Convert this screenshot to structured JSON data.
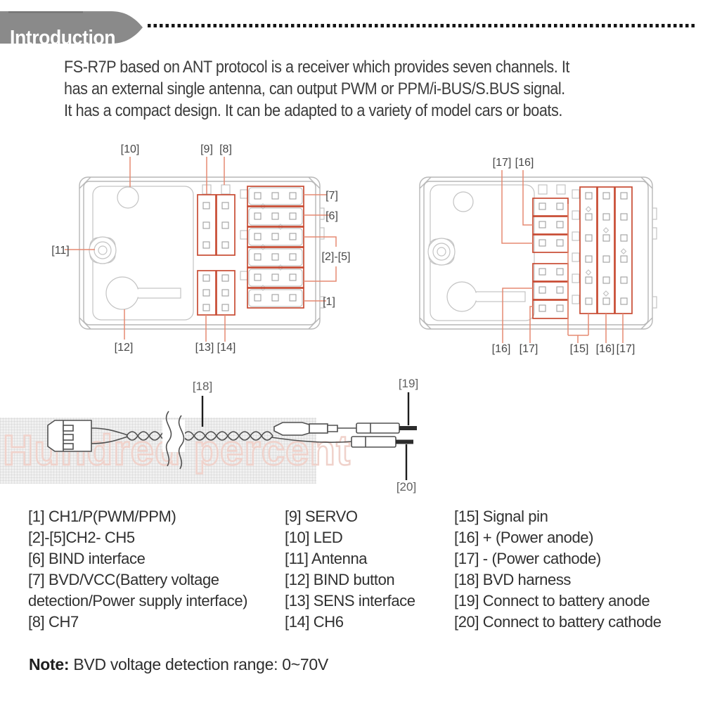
{
  "banner": {
    "title": "Introduction"
  },
  "intro": {
    "lines": [
      "FS-R7P based on ANT protocol is a receiver which provides seven channels. It",
      "has an external single antenna, can output PWM or PPM/i-BUS/S.BUS signal.",
      "It has a compact design. It can be adapted to a variety of model cars or boats."
    ]
  },
  "diagram_left": {
    "labels": {
      "led": "[10]",
      "servo": "[9]",
      "ch7": "[8]",
      "bvd": "[7]",
      "bind_if": "[6]",
      "ch2_5": "[2]-[5]",
      "ch1": "[1]",
      "antenna": "[11]",
      "bind_btn": "[12]",
      "sens": "[13]",
      "ch6": "[14]"
    }
  },
  "diagram_right": {
    "labels": {
      "top_cathode": "[17]",
      "top_anode": "[16]",
      "bottom_anode": "[16]",
      "bottom_cathode": "[17]",
      "signal": "[15]",
      "anode2": "[16]",
      "cathode2": "[17]"
    }
  },
  "harness": {
    "labels": {
      "bvd_harness": "[18]",
      "battery_anode": "[19]",
      "battery_cathode": "[20]"
    }
  },
  "watermark": {
    "text": "Hundred percent"
  },
  "legend": {
    "col1": [
      "[1] CH1/P(PWM/PPM)",
      "[2]-[5]CH2- CH5",
      "[6] BIND interface",
      "[7] BVD/VCC(Battery voltage",
      "detection/Power supply interface)",
      "[8] CH7"
    ],
    "col2": [
      "[9] SERVO",
      "[10] LED",
      "[11]  Antenna",
      "[12] BIND button",
      "[13] SENS interface",
      "[14] CH6"
    ],
    "col3": [
      "[15] Signal pin",
      "[16]  + (Power anode)",
      "[17]  - (Power cathode)",
      "[18] BVD harness",
      "[19] Connect to battery anode",
      "[20] Connect to battery cathode"
    ]
  },
  "note": {
    "label": "Note:",
    "text": " BVD voltage detection range: 0~70V"
  },
  "colors": {
    "c-accent": "#c84b33",
    "c-leader": "#e58a72",
    "c-banner": "#8a8a8a",
    "c-wm": "#f0d2cb",
    "c-text": "#3a3a3a",
    "c-stroke": "#b7b7b7",
    "c-dark": "#4b4b4b"
  }
}
